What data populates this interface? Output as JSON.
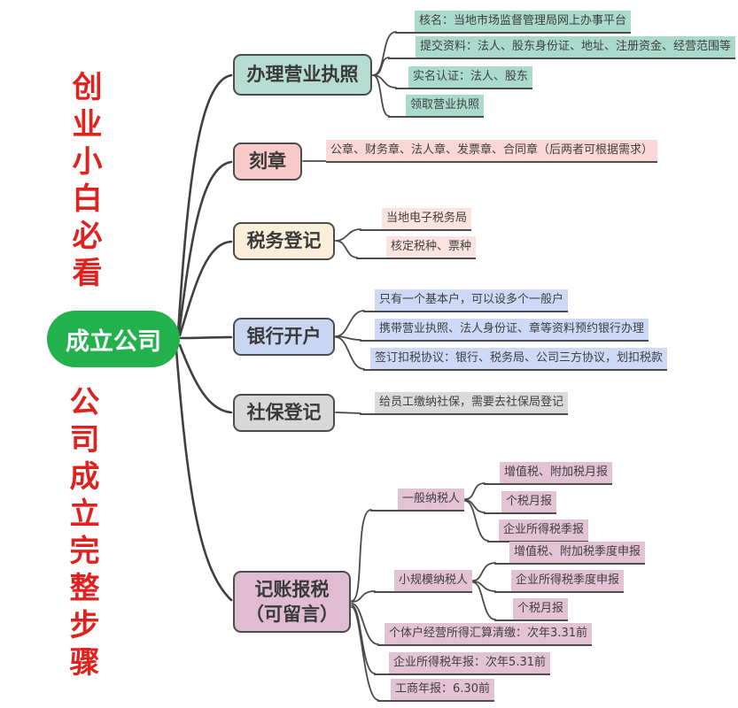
{
  "titles": {
    "top": "创业小白必看",
    "bottom": "公司成立完整步骤",
    "accent_color": "#e0211e"
  },
  "root": {
    "label": "成立公司",
    "bg": "#22b14d"
  },
  "branches": [
    {
      "label": "办理营业执照",
      "bg": "#b7dcd2",
      "leaf_bg": "#a9dacc",
      "children": [
        {
          "label": "核名：当地市场监督管理局网上办事平台"
        },
        {
          "label": "提交资料：法人、股东身份证、地址、注册资金、经营范围等"
        },
        {
          "label": "实名认证：法人、股东"
        },
        {
          "label": "领取营业执照"
        }
      ]
    },
    {
      "label": "刻章",
      "bg": "#f8caca",
      "leaf_bg": "#fbd7d5",
      "children": [
        {
          "label": "公章、财务章、法人章、发票章、合同章（后两者可根据需求）"
        }
      ]
    },
    {
      "label": "税务登记",
      "bg": "#f9efdb",
      "leaf_bg": "#f9e4e0",
      "children": [
        {
          "label": "当地电子税务局"
        },
        {
          "label": "核定税种、票种"
        }
      ]
    },
    {
      "label": "银行开户",
      "bg": "#c9d6f2",
      "leaf_bg": "#cdd9f6",
      "children": [
        {
          "label": "只有一个基本户，可以设多个一般户"
        },
        {
          "label": "携带营业执照、法人身份证、章等资料预约银行办理"
        },
        {
          "label": "签订扣税协议：银行、税务局、公司三方协议，划扣税款"
        }
      ]
    },
    {
      "label": "社保登记",
      "bg": "#d8d8d8",
      "leaf_bg": "#dadada",
      "children": [
        {
          "label": "给员工缴纳社保，需要去社保局登记"
        }
      ]
    },
    {
      "label": "记账报税",
      "sublabel": "（可留言）",
      "bg": "#dfbcd2",
      "leaf_bg": "#e3c2d4",
      "children": [
        {
          "label": "一般纳税人",
          "children": [
            {
              "label": "增值税、附加税月报"
            },
            {
              "label": "个税月报"
            },
            {
              "label": "企业所得税季报"
            }
          ]
        },
        {
          "label": "小规模纳税人",
          "children": [
            {
              "label": "增值税、附加税季度申报"
            },
            {
              "label": "企业所得税季度申报"
            },
            {
              "label": "个税月报"
            }
          ]
        },
        {
          "label": "个体户经营所得汇算清缴：次年3.31前"
        },
        {
          "label": "企业所得税年报：次年5.31前"
        },
        {
          "label": "工商年报：6.30前"
        }
      ]
    }
  ]
}
